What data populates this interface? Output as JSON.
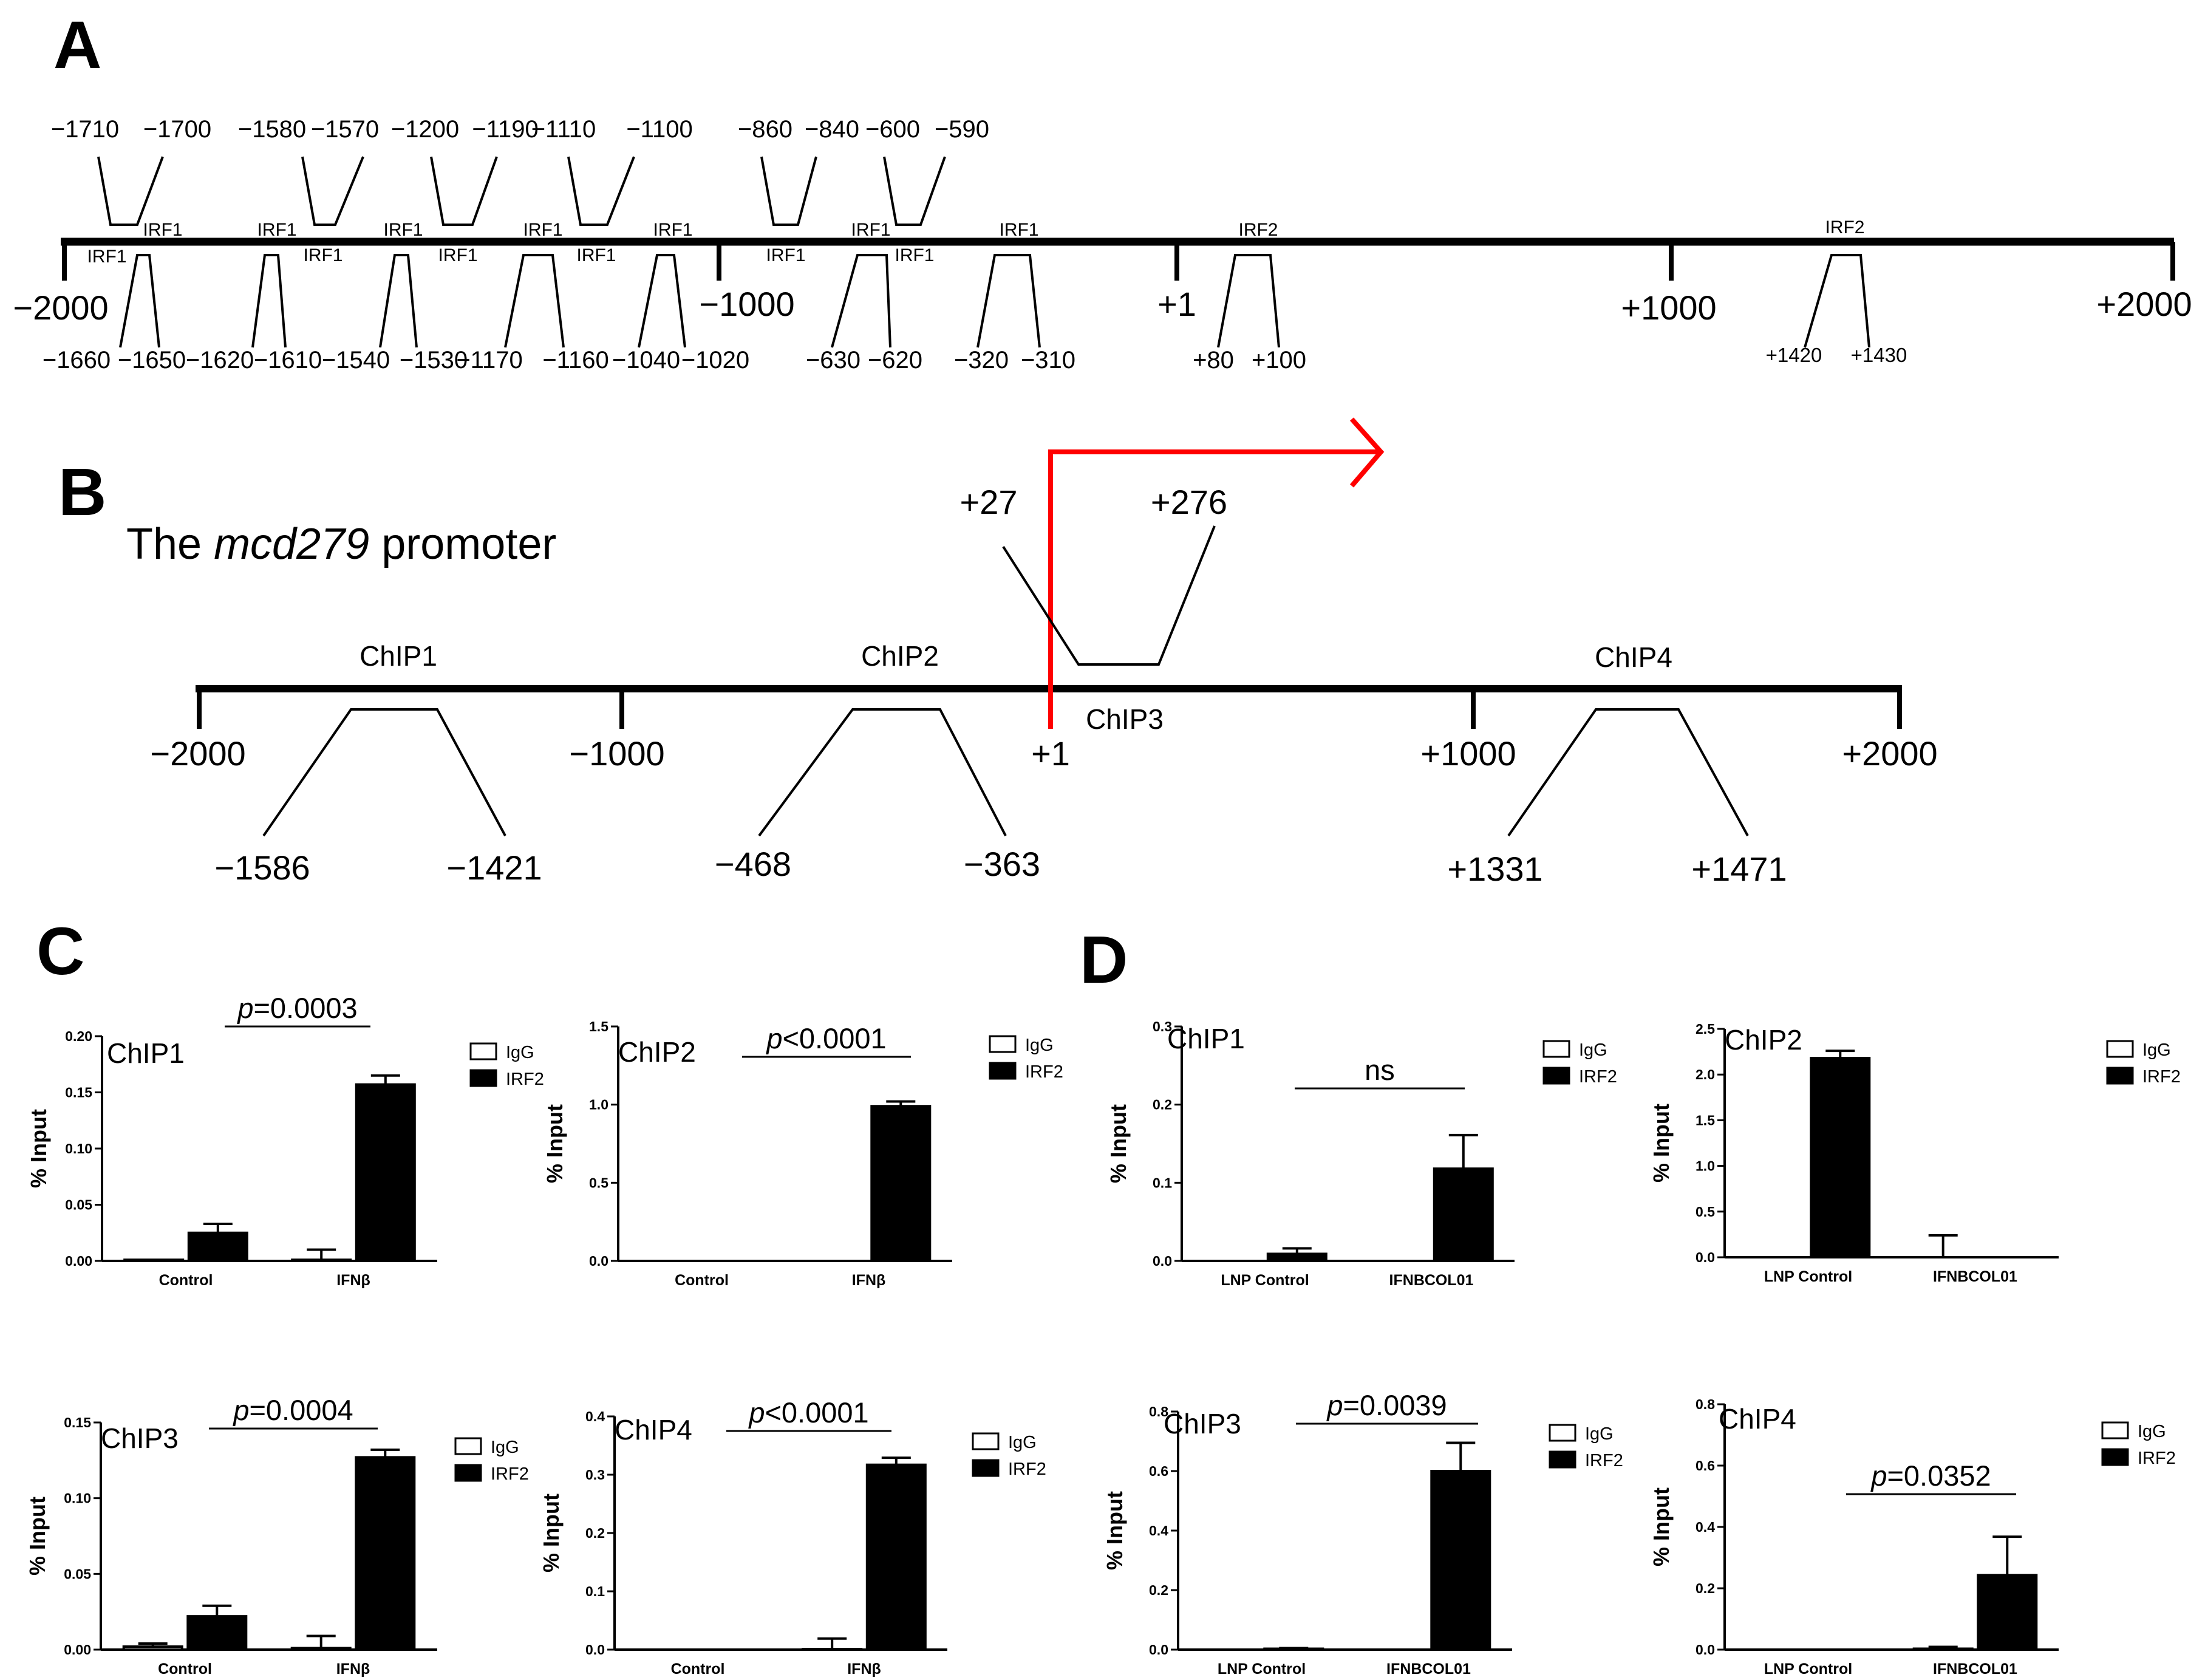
{
  "panels": {
    "A": {
      "label": "A",
      "axis_labels": [
        "−2000",
        "−1000",
        "+1",
        "+1000",
        "+2000"
      ],
      "sites_above": [
        {
          "left": "−1710",
          "right": "−1700",
          "name": "IRF1"
        },
        {
          "left": "−1580",
          "right": "−1570",
          "name": "IRF1"
        },
        {
          "left": "−1200",
          "right": "−1190",
          "name": "IRF1"
        },
        {
          "left": "−1110",
          "right": "−1100",
          "name": "IRF1"
        },
        {
          "left": "−860",
          "right": "−840",
          "name": "IRF1"
        },
        {
          "left": "−600",
          "right": "−590",
          "name": "IRF1"
        }
      ],
      "sites_below": [
        {
          "left": "−1660",
          "right": "−1650",
          "name": "IRF1"
        },
        {
          "left": "−1620",
          "right": "−1610",
          "name": "IRF1"
        },
        {
          "left": "−1540",
          "right": "−1530",
          "name": "IRF1"
        },
        {
          "left": "−1170",
          "right": "−1160",
          "name": "IRF1"
        },
        {
          "left": "−1040",
          "right": "−1020",
          "name": "IRF1"
        },
        {
          "left": "−630",
          "right": "−620",
          "name": "IRF1"
        },
        {
          "left": "−320",
          "right": "−310",
          "name": "IRF1"
        },
        {
          "left": "+80",
          "right": "+100",
          "name": "IRF2"
        },
        {
          "left": "+1420",
          "right": "+1430",
          "name": "IRF2"
        }
      ]
    },
    "B": {
      "label": "B",
      "title_prefix": "The ",
      "title_gene": "mcd279",
      "title_suffix": " promoter",
      "axis_labels": [
        "−2000",
        "−1000",
        "+1",
        "+1000",
        "+2000"
      ],
      "regions": [
        {
          "name": "ChIP1",
          "left": "−1586",
          "right": "−1421"
        },
        {
          "name": "ChIP2",
          "left": "−468",
          "right": "−363"
        },
        {
          "name": "ChIP3",
          "left": "+27",
          "right": "+276"
        },
        {
          "name": "ChIP4",
          "left": "+1331",
          "right": "+1471"
        }
      ]
    },
    "C": {
      "label": "C"
    },
    "D": {
      "label": "D"
    }
  },
  "legend": {
    "series1": "IgG",
    "series2": "IRF2"
  },
  "y_axis_label": "% Input",
  "colors": {
    "igg": "#ffffff",
    "irf2": "#000000",
    "tss_arrow": "#ff0000"
  },
  "chart_data": [
    {
      "id": "C1",
      "type": "bar",
      "title": "ChIP1",
      "categories": [
        "Control",
        "IFNβ"
      ],
      "ylabel": "% Input",
      "ylim": [
        0,
        0.2
      ],
      "yticks": [
        "0.00",
        "0.05",
        "0.10",
        "0.15",
        "0.20"
      ],
      "ytick_values": [
        0,
        0.05,
        0.1,
        0.15,
        0.2
      ],
      "series": [
        {
          "name": "IgG",
          "values": [
            0.001,
            0.001
          ],
          "errors": [
            0,
            0.009
          ]
        },
        {
          "name": "IRF2",
          "values": [
            0.025,
            0.157
          ],
          "errors": [
            0.008,
            0.008
          ]
        }
      ],
      "annotation": {
        "prefix": "p",
        "text": "=0.0003"
      }
    },
    {
      "id": "C2",
      "type": "bar",
      "title": "ChIP2",
      "categories": [
        "Control",
        "IFNβ"
      ],
      "ylabel": "% Input",
      "ylim": [
        0,
        1.5
      ],
      "yticks": [
        "0.0",
        "0.5",
        "1.0",
        "1.5"
      ],
      "ytick_values": [
        0,
        0.5,
        1.0,
        1.5
      ],
      "series": [
        {
          "name": "IgG",
          "values": [
            0,
            0
          ],
          "errors": [
            0,
            0
          ]
        },
        {
          "name": "IRF2",
          "values": [
            0,
            0.99
          ],
          "errors": [
            0,
            0.03
          ]
        }
      ],
      "annotation": {
        "prefix": "p",
        "text": "<0.0001"
      }
    },
    {
      "id": "D1",
      "type": "bar",
      "title": "ChIP1",
      "categories": [
        "LNP Control",
        "IFNBCOL01"
      ],
      "ylabel": "% Input",
      "ylim": [
        0,
        0.3
      ],
      "yticks": [
        "0.0",
        "0.1",
        "0.2",
        "0.3"
      ],
      "ytick_values": [
        0,
        0.1,
        0.2,
        0.3
      ],
      "series": [
        {
          "name": "IgG",
          "values": [
            0,
            0
          ],
          "errors": [
            0,
            0
          ]
        },
        {
          "name": "IRF2",
          "values": [
            0.009,
            0.118
          ],
          "errors": [
            0.007,
            0.043
          ]
        }
      ],
      "annotation": {
        "prefix": "",
        "text": "ns"
      }
    },
    {
      "id": "D2",
      "type": "bar",
      "title": "ChIP2",
      "categories": [
        "LNP Control",
        "IFNBCOL01"
      ],
      "ylabel": "% Input",
      "ylim": [
        0,
        2.5
      ],
      "yticks": [
        "0.0",
        "0.5",
        "1.0",
        "1.5",
        "2.0",
        "2.5"
      ],
      "ytick_values": [
        0,
        0.5,
        1.0,
        1.5,
        2.0,
        2.5
      ],
      "series": [
        {
          "name": "IgG",
          "values": [
            0,
            0
          ],
          "errors": [
            0,
            0.24
          ]
        },
        {
          "name": "IRF2",
          "values": [
            2.18,
            0
          ],
          "errors": [
            0.08,
            0
          ]
        }
      ],
      "annotation": null
    },
    {
      "id": "C3",
      "type": "bar",
      "title": "ChIP3",
      "categories": [
        "Control",
        "IFNβ"
      ],
      "ylabel": "% Input",
      "ylim": [
        0,
        0.15
      ],
      "yticks": [
        "0.00",
        "0.05",
        "0.10",
        "0.15"
      ],
      "ytick_values": [
        0,
        0.05,
        0.1,
        0.15
      ],
      "series": [
        {
          "name": "IgG",
          "values": [
            0.002,
            0.001
          ],
          "errors": [
            0.002,
            0.008
          ]
        },
        {
          "name": "IRF2",
          "values": [
            0.022,
            0.127
          ],
          "errors": [
            0.007,
            0.005
          ]
        }
      ],
      "annotation": {
        "prefix": "p",
        "text": "=0.0004"
      }
    },
    {
      "id": "C4",
      "type": "bar",
      "title": "ChIP4",
      "categories": [
        "Control",
        "IFNβ"
      ],
      "ylabel": "% Input",
      "ylim": [
        0,
        0.4
      ],
      "yticks": [
        "0.0",
        "0.1",
        "0.2",
        "0.3",
        "0.4"
      ],
      "ytick_values": [
        0,
        0.1,
        0.2,
        0.3,
        0.4
      ],
      "series": [
        {
          "name": "IgG",
          "values": [
            0,
            0.001
          ],
          "errors": [
            0,
            0.018
          ]
        },
        {
          "name": "IRF2",
          "values": [
            0,
            0.317
          ],
          "errors": [
            0,
            0.012
          ]
        }
      ],
      "annotation": {
        "prefix": "p",
        "text": "<0.0001"
      }
    },
    {
      "id": "D3",
      "type": "bar",
      "title": "ChIP3",
      "categories": [
        "LNP Control",
        "IFNBCOL01"
      ],
      "ylabel": "% Input",
      "ylim": [
        0,
        0.8
      ],
      "yticks": [
        "0.0",
        "0.2",
        "0.4",
        "0.6",
        "0.8"
      ],
      "ytick_values": [
        0,
        0.2,
        0.4,
        0.6,
        0.8
      ],
      "series": [
        {
          "name": "IgG",
          "values": [
            0,
            0
          ],
          "errors": [
            0,
            0
          ]
        },
        {
          "name": "IRF2",
          "values": [
            0.003,
            0.6
          ],
          "errors": [
            0.002,
            0.095
          ]
        }
      ],
      "annotation": {
        "prefix": "p",
        "text": "=0.0039"
      }
    },
    {
      "id": "D4",
      "type": "bar",
      "title": "ChIP4",
      "categories": [
        "LNP Control",
        "IFNBCOL01"
      ],
      "ylabel": "% Input",
      "ylim": [
        0,
        0.8
      ],
      "yticks": [
        "0.0",
        "0.2",
        "0.4",
        "0.6",
        "0.8"
      ],
      "ytick_values": [
        0,
        0.2,
        0.4,
        0.6,
        0.8
      ],
      "series": [
        {
          "name": "IgG",
          "values": [
            0,
            0.003
          ],
          "errors": [
            0,
            0.006
          ]
        },
        {
          "name": "IRF2",
          "values": [
            0,
            0.243
          ],
          "errors": [
            0,
            0.125
          ]
        }
      ],
      "annotation": {
        "prefix": "p",
        "text": "=0.0352"
      }
    }
  ]
}
